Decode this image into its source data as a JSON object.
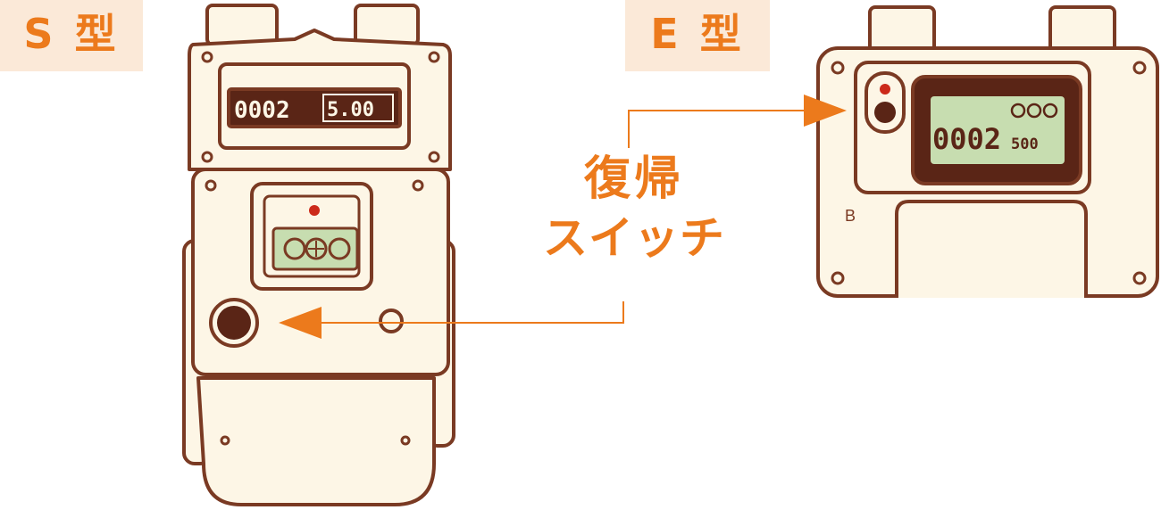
{
  "labels": {
    "s_type": "S 型",
    "e_type": "E 型"
  },
  "callout": {
    "line1": "復帰",
    "line2": "スイッチ"
  },
  "s_meter": {
    "counter": "0002",
    "counter_fraction": "5.00"
  },
  "e_meter": {
    "counter": "0002",
    "counter_fraction": "500",
    "panel_mark": "B"
  },
  "colors": {
    "accent": "#ec7a1c",
    "label_bg": "#fbe9d8",
    "meter_body": "#fdf6e6",
    "meter_outline": "#7a3a23",
    "dark_panel": "#5a2516",
    "lcd_green": "#c7ddb0",
    "indicator_red": "#cc2a1a"
  }
}
